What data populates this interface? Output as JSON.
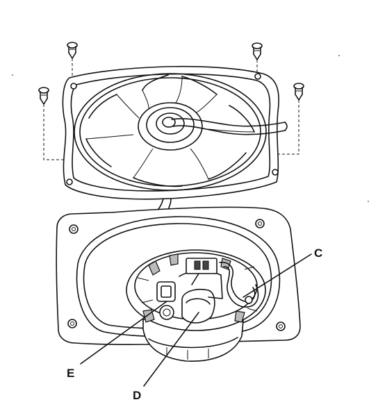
{
  "callouts": {
    "c": "C",
    "d": "D",
    "e": "E"
  }
}
